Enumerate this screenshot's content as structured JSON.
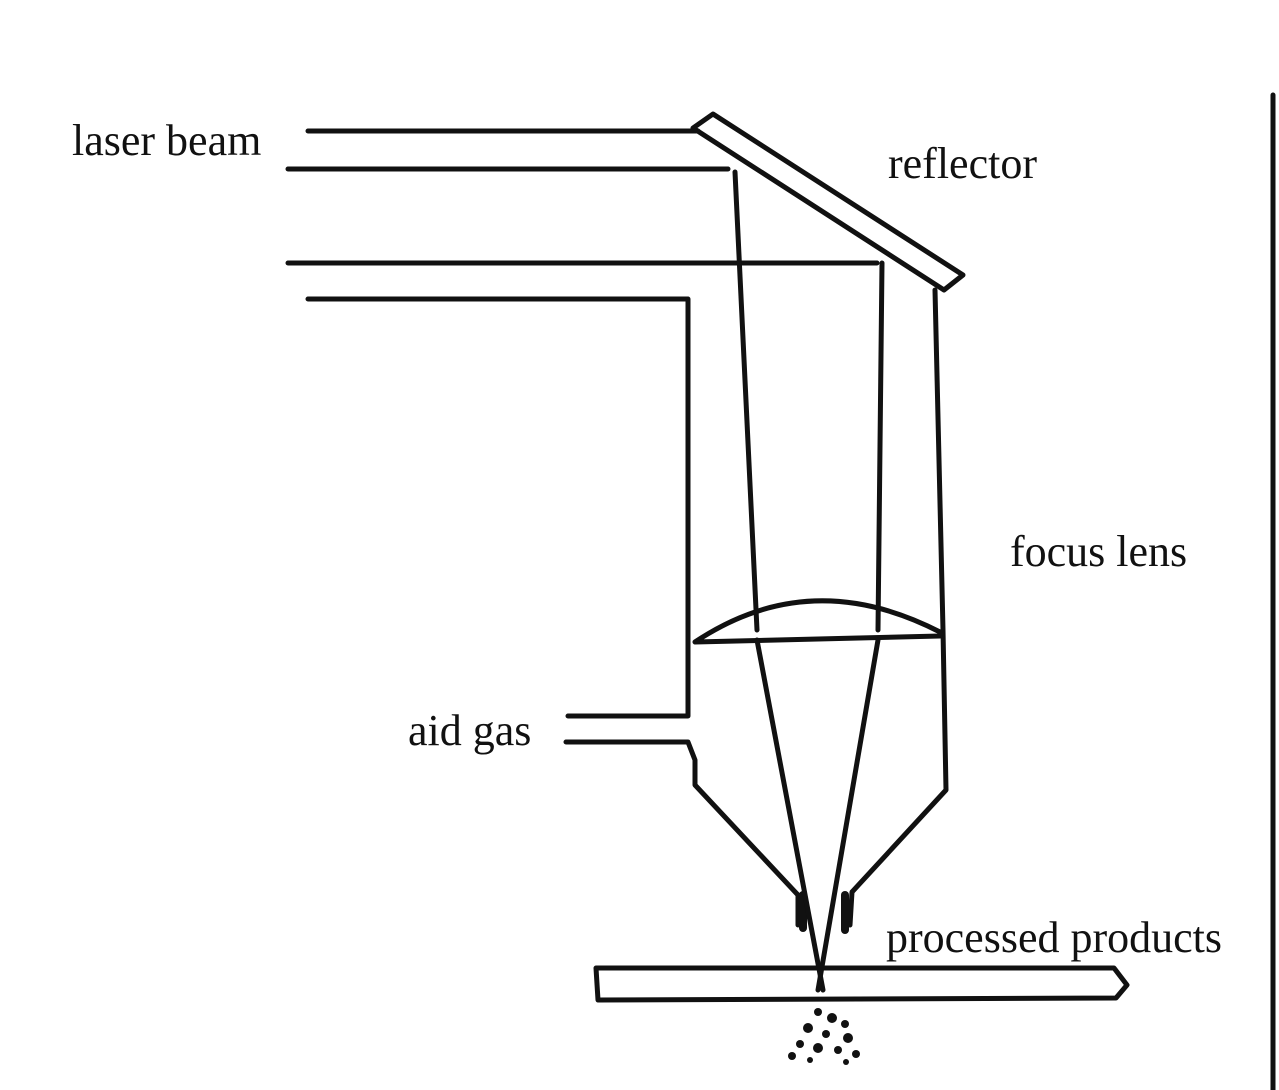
{
  "labels": {
    "laser_beam": "laser beam",
    "reflector": "reflector",
    "focus_lens": "focus lens",
    "aid_gas": "aid gas",
    "processed_products": "processed products"
  },
  "colors": {
    "ink": "#111111",
    "background": "#ffffff"
  }
}
